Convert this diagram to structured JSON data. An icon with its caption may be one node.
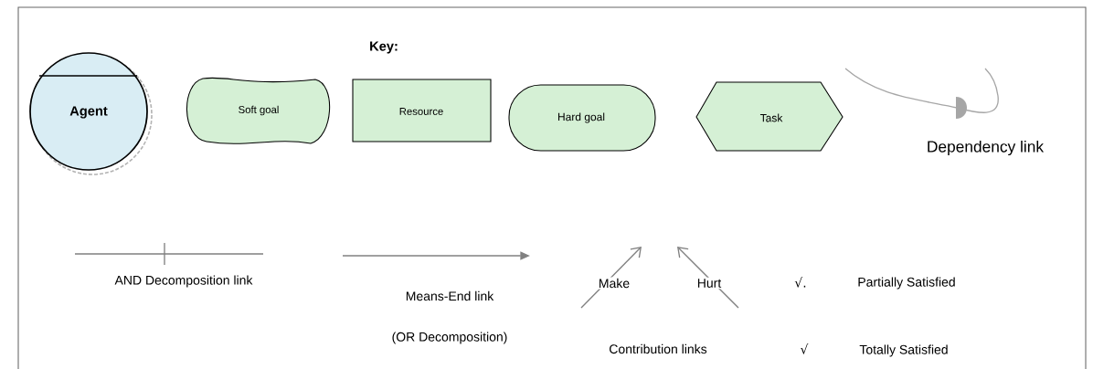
{
  "diagram": {
    "title": "Key:",
    "nodes": [
      {
        "text": [
          "Agent"
        ]
      },
      {
        "text": [
          "Soft goal"
        ]
      },
      {
        "text": [
          "Resource"
        ]
      },
      {
        "text": [
          "Hard goal"
        ]
      },
      {
        "text": [
          "Task"
        ]
      }
    ],
    "labels": [
      "(OR Decomposition)",
      "Make",
      "Hurt",
      "√.",
      "Partially Satisfied",
      "√",
      "Totally Satisfied"
    ],
    "legend": [
      {
        "text": "Dependency link"
      },
      {
        "text": "AND Decomposition link"
      },
      {
        "text": "Means-End link"
      },
      {
        "text": "Contribution links"
      }
    ]
  }
}
